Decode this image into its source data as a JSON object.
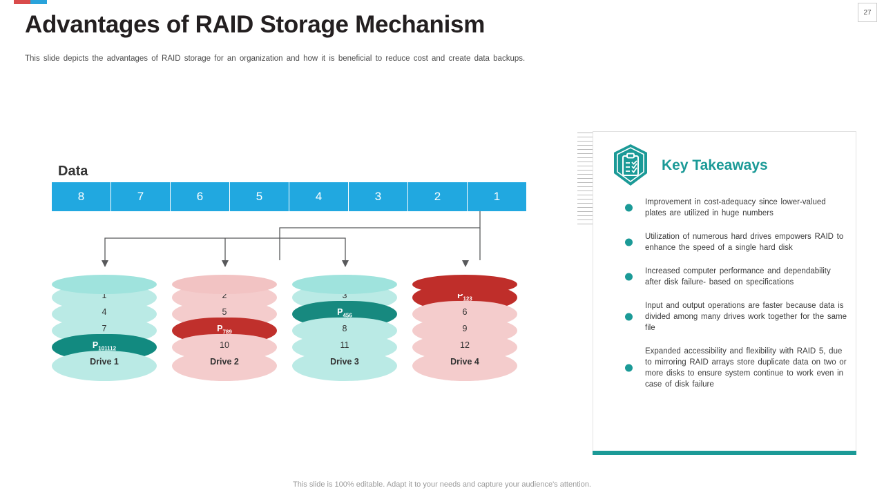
{
  "page": {
    "number": "27"
  },
  "header": {
    "title": "Advantages of RAID Storage Mechanism",
    "subtitle": "This slide depicts the advantages of RAID storage for an organization and how it is beneficial to reduce cost and create data backups."
  },
  "diagram": {
    "data_label": "Data",
    "stripe_cells": [
      "8",
      "7",
      "6",
      "5",
      "4",
      "3",
      "2",
      "1"
    ],
    "drives": [
      {
        "label": "Drive 1",
        "color": "#9fe3dd",
        "band_color": "#baeae5",
        "top_color": "#9fe3dd",
        "parity_color": "#128a80",
        "blocks": [
          {
            "text": "1",
            "parity": false
          },
          {
            "text": "4",
            "parity": false
          },
          {
            "text": "7",
            "parity": false
          },
          {
            "text": "P",
            "sub": "101112",
            "parity": true
          }
        ]
      },
      {
        "label": "Drive 2",
        "color": "#f2c3c3",
        "band_color": "#f4cccc",
        "top_color": "#f2c3c3",
        "parity_color": "#c0302c",
        "blocks": [
          {
            "text": "2",
            "parity": false
          },
          {
            "text": "5",
            "parity": false
          },
          {
            "text": "P",
            "sub": "789",
            "parity": true
          },
          {
            "text": "10",
            "parity": false
          }
        ]
      },
      {
        "label": "Drive 3",
        "color": "#9fe3dd",
        "band_color": "#baeae5",
        "top_color": "#9fe3dd",
        "parity_color": "#17897f",
        "blocks": [
          {
            "text": "3",
            "parity": false
          },
          {
            "text": "P",
            "sub": "456",
            "parity": true
          },
          {
            "text": "8",
            "parity": false
          },
          {
            "text": "11",
            "parity": false
          }
        ]
      },
      {
        "label": "Drive 4",
        "color": "#f2c3c3",
        "band_color": "#f4cccc",
        "top_color": "#bf2e2a",
        "parity_color": "#bf2e2a",
        "blocks": [
          {
            "text": "P",
            "sub": "123",
            "parity": true
          },
          {
            "text": "6",
            "parity": false
          },
          {
            "text": "9",
            "parity": false
          },
          {
            "text": "12",
            "parity": false
          }
        ]
      }
    ]
  },
  "key_takeaways": {
    "title": "Key Takeaways",
    "items": [
      "Improvement in cost-adequacy since lower-valued plates are utilized in huge numbers",
      "Utilization of numerous hard drives empowers RAID to enhance the speed of a single hard disk",
      "Increased computer performance and dependability after disk failure- based on specifications",
      "Input and output operations are faster because data is divided among many drives work together for the same file",
      "Expanded accessibility and flexibility with RAID 5, due to mirroring RAID arrays store duplicate data on two or more disks to ensure system continue to work even in case of disk failure"
    ]
  },
  "footer": {
    "text": "This slide is 100% editable. Adapt it to your needs and capture your audience's attention."
  },
  "colors": {
    "accent_blue": "#21a8e0",
    "accent_teal": "#1b9a97",
    "accent_red": "#d94b4b"
  }
}
